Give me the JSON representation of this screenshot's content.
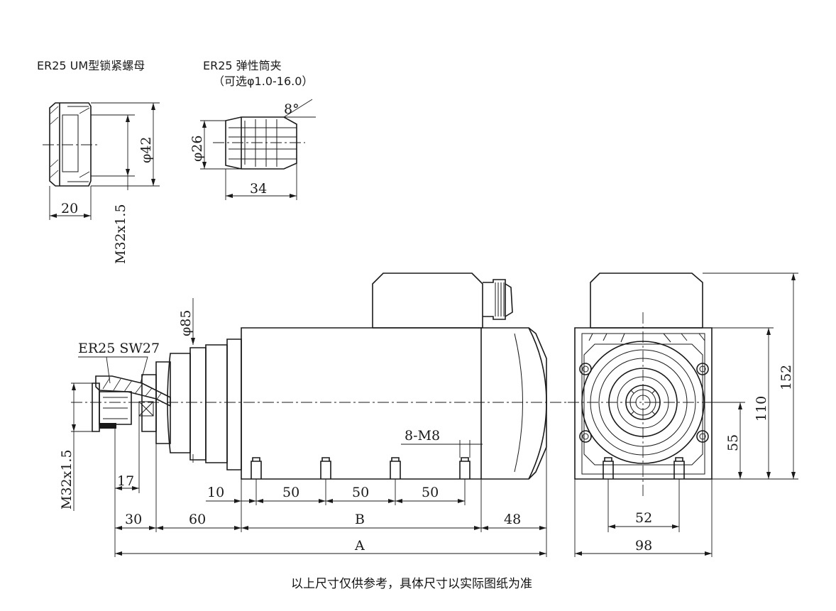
{
  "labels": {
    "nut_title": "ER25 UM型锁紧螺母",
    "collet_title": "ER25  弹性筒夹",
    "collet_optional": "（可选φ1.0-16.0）",
    "collet_angle": "8°",
    "nut_dia": "φ42",
    "nut_thread": "M32x1.5",
    "nut_len": "20",
    "collet_dia": "φ26",
    "collet_len": "34",
    "collet_nut_label": "ER25 SW27",
    "spindle_dia": "φ85",
    "spindle_thread": "M32x1.5",
    "dim_17": "17",
    "dim_10": "10",
    "dim_50a": "50",
    "dim_50b": "50",
    "dim_50c": "50",
    "screw_holes": "8-M8",
    "dim_30": "30",
    "dim_60": "60",
    "dim_B": "B",
    "dim_48": "48",
    "dim_A": "A",
    "dim_152": "152",
    "dim_110": "110",
    "dim_55": "55",
    "dim_52": "52",
    "dim_98": "98",
    "footnote": "以上尺寸仅供参考，具体尺寸以实际图纸为准"
  }
}
